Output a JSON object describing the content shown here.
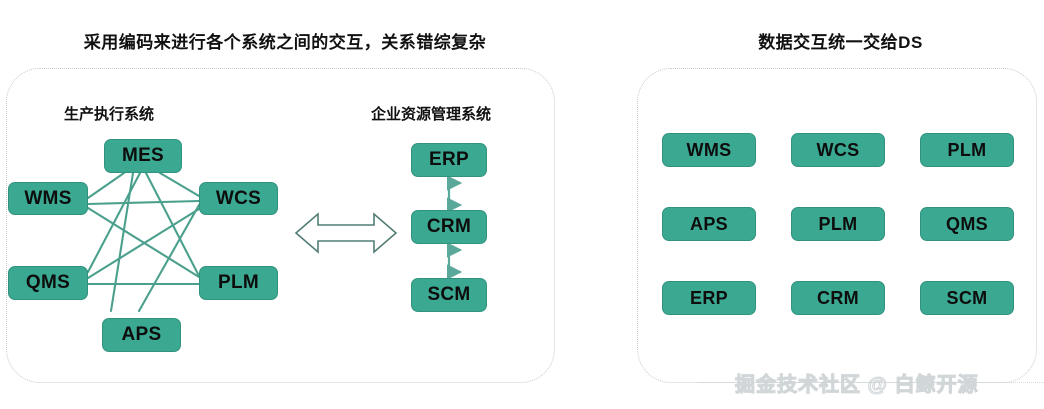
{
  "titles": {
    "left": "采用编码来进行各个系统之间的交互，关系错综复杂",
    "right": "数据交互统一交给DS"
  },
  "left_panel": {
    "captions": {
      "mes_group": "生产执行系统",
      "erp_group": "企业资源管理系统"
    },
    "network_nodes": [
      {
        "id": "mes",
        "label": "MES"
      },
      {
        "id": "wms",
        "label": "WMS"
      },
      {
        "id": "wcs",
        "label": "WCS"
      },
      {
        "id": "qms",
        "label": "QMS"
      },
      {
        "id": "plm",
        "label": "PLM"
      },
      {
        "id": "aps",
        "label": "APS"
      }
    ],
    "network_edges": [
      [
        "wms",
        "mes"
      ],
      [
        "mes",
        "wcs"
      ],
      [
        "wms",
        "wcs"
      ],
      [
        "mes",
        "qms"
      ],
      [
        "mes",
        "plm"
      ],
      [
        "wms",
        "plm"
      ],
      [
        "wcs",
        "qms"
      ],
      [
        "qms",
        "plm"
      ],
      [
        "mes",
        "aps"
      ],
      [
        "wcs",
        "aps"
      ]
    ],
    "erp_column": [
      {
        "id": "erp",
        "label": "ERP"
      },
      {
        "id": "crm",
        "label": "CRM"
      },
      {
        "id": "scm",
        "label": "SCM"
      }
    ],
    "erp_connectors": "double-headed-vertical-arrow"
  },
  "center": {
    "connector": "double-headed-horizontal-arrow"
  },
  "right_panel": {
    "grid": [
      {
        "label": "WMS"
      },
      {
        "label": "WCS"
      },
      {
        "label": "PLM"
      },
      {
        "label": "APS"
      },
      {
        "label": "PLM"
      },
      {
        "label": "QMS"
      },
      {
        "label": "ERP"
      },
      {
        "label": "CRM"
      },
      {
        "label": "SCM"
      }
    ]
  },
  "watermark": "掘金技术社区 @ 白鲸开源",
  "colors": {
    "node_fill": "#3ba891",
    "node_border": "#31937e",
    "edge_line": "#4aa08c",
    "panel_border": "#c3c9cc",
    "arrow_stroke": "#4f7b72",
    "title_text": "#111111"
  }
}
